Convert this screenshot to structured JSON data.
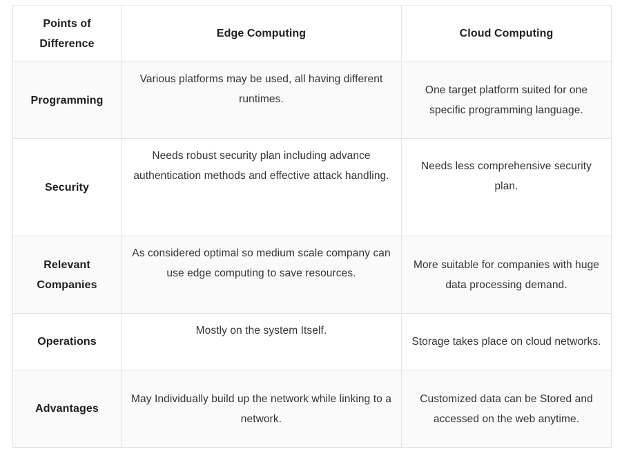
{
  "table": {
    "headers": [
      "Points of Difference",
      "Edge Computing",
      "Cloud Computing"
    ],
    "rows": [
      {
        "point": "Programming",
        "edge": "Various platforms may be used, all having different runtimes.",
        "cloud": "One target platform suited for one specific programming language."
      },
      {
        "point": "Security",
        "edge": "Needs robust security plan including advance authentication methods and effective attack handling.",
        "cloud": "Needs less comprehensive security plan."
      },
      {
        "point": "Relevant Companies",
        "edge": "As considered optimal so medium scale company can use edge computing to save resources.",
        "cloud": "More suitable for companies with huge data processing demand."
      },
      {
        "point": "Operations",
        "edge": "Mostly on the system Itself.",
        "cloud": "Storage takes place on cloud networks."
      },
      {
        "point": "Advantages",
        "edge": "May Individually build up the network while linking to a network.",
        "cloud": "Customized data can be Stored and accessed on the web anytime."
      }
    ]
  }
}
